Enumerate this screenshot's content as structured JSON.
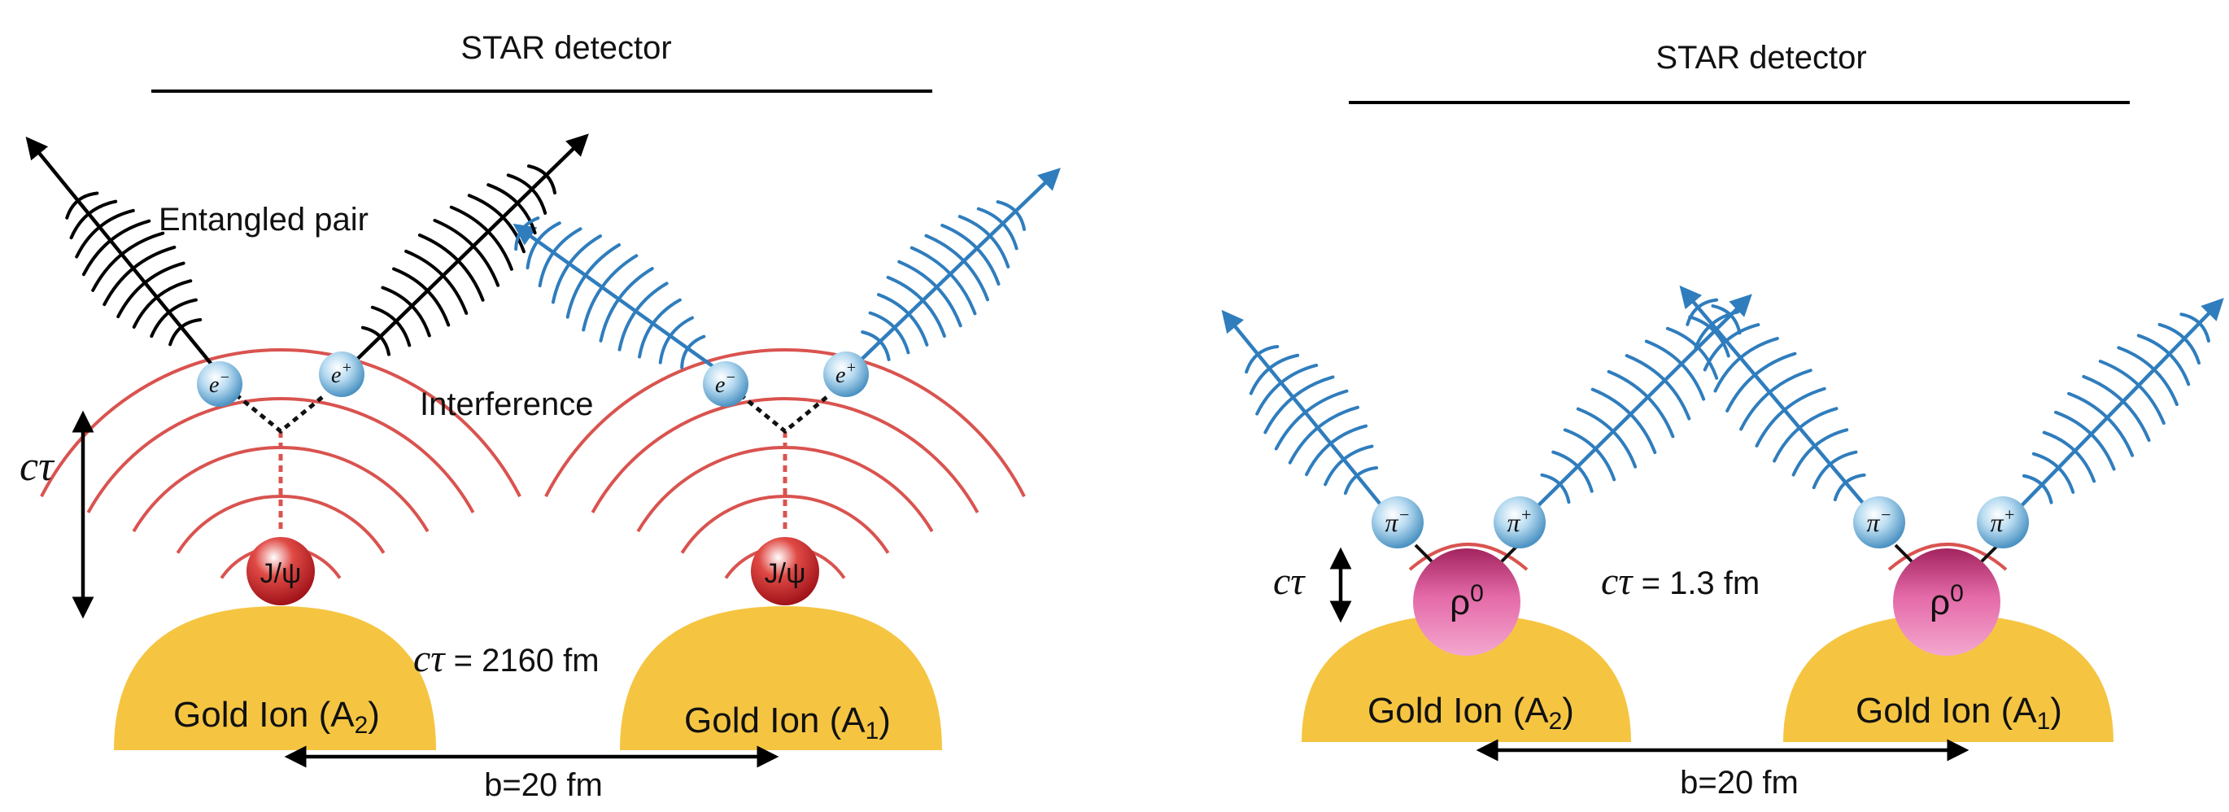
{
  "left": {
    "detector_label": "STAR detector",
    "entangled_label": "Entangled pair",
    "interference_label": "Interference",
    "ctau_symbol": "cτ",
    "ctau_value": "cτ = 2160 fm",
    "particle": "J/ψ",
    "electron": "e−",
    "positron": "e+",
    "ion_a2": "Gold Ion (A2)",
    "ion_a1": "Gold Ion (A1)",
    "impact": "b=20 fm"
  },
  "right": {
    "detector_label": "STAR detector",
    "ctau_symbol": "cτ",
    "ctau_value": "cτ = 1.3 fm",
    "particle": "ρ0",
    "pion_minus": "π−",
    "pion_plus": "π+",
    "ion_a2": "Gold Ion (A2)",
    "ion_a1": "Gold Ion (A1)",
    "impact": "b=20 fm"
  },
  "colors": {
    "gold": "#f5c542",
    "red_wave": "#d9534f",
    "blue_wave": "#2f7dbd",
    "jpsi": "#c8201e",
    "rho": "#d94f9b"
  }
}
